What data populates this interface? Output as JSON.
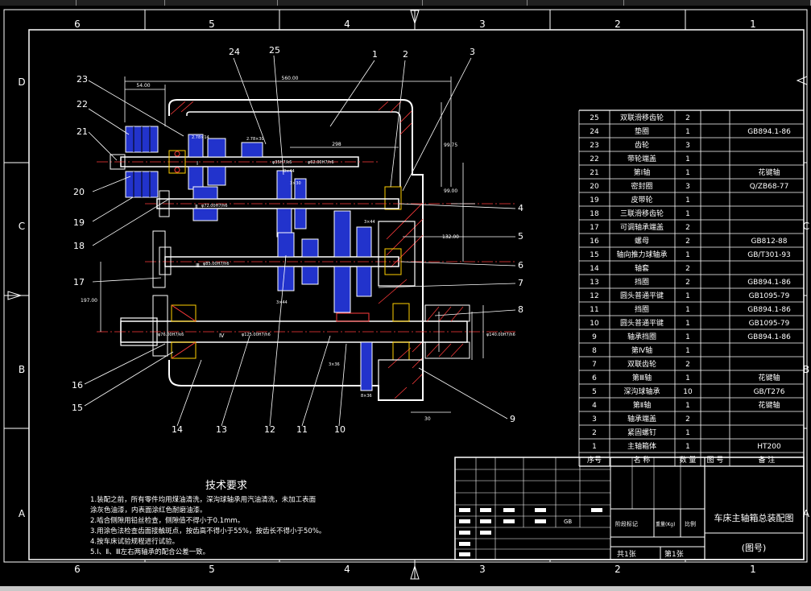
{
  "frame": {
    "columns": [
      "6",
      "5",
      "4",
      "3",
      "2",
      "1"
    ],
    "rows": [
      "D",
      "C",
      "B",
      "A"
    ]
  },
  "parts_table": {
    "header": {
      "no": "序号",
      "name": "名 称",
      "qty": "数 量",
      "drawing": "图 号",
      "remark": "备 注"
    },
    "rows": [
      {
        "no": "25",
        "name": "双联滑移齿轮",
        "qty": "2",
        "remark": ""
      },
      {
        "no": "24",
        "name": "垫圈",
        "qty": "1",
        "remark": "GB894.1-86"
      },
      {
        "no": "23",
        "name": "齿轮",
        "qty": "3",
        "remark": ""
      },
      {
        "no": "22",
        "name": "带轮端盖",
        "qty": "1",
        "remark": ""
      },
      {
        "no": "21",
        "name": "第Ⅰ轴",
        "qty": "1",
        "remark": "花键轴"
      },
      {
        "no": "20",
        "name": "密封圈",
        "qty": "3",
        "remark": "Q/ZB68-77"
      },
      {
        "no": "19",
        "name": "皮带轮",
        "qty": "1",
        "remark": ""
      },
      {
        "no": "18",
        "name": "三联滑移齿轮",
        "qty": "1",
        "remark": ""
      },
      {
        "no": "17",
        "name": "可调轴承端盖",
        "qty": "2",
        "remark": ""
      },
      {
        "no": "16",
        "name": "螺母",
        "qty": "2",
        "remark": "GB812-88"
      },
      {
        "no": "15",
        "name": "轴向推力球轴承",
        "qty": "1",
        "remark": "GB/T301-93"
      },
      {
        "no": "14",
        "name": "轴套",
        "qty": "2",
        "remark": ""
      },
      {
        "no": "13",
        "name": "挡圈",
        "qty": "2",
        "remark": "GB894.1-86"
      },
      {
        "no": "12",
        "name": "圆头普通平键",
        "qty": "1",
        "remark": "GB1095-79"
      },
      {
        "no": "11",
        "name": "挡圈",
        "qty": "1",
        "remark": "GB894.1-86"
      },
      {
        "no": "10",
        "name": "圆头普通平键",
        "qty": "1",
        "remark": "GB1095-79"
      },
      {
        "no": "9",
        "name": "轴承挡圈",
        "qty": "1",
        "remark": "GB894.1-86"
      },
      {
        "no": "8",
        "name": "第Ⅳ轴",
        "qty": "1",
        "remark": ""
      },
      {
        "no": "7",
        "name": "双联齿轮",
        "qty": "2",
        "remark": ""
      },
      {
        "no": "6",
        "name": "第Ⅲ轴",
        "qty": "1",
        "remark": "花键轴"
      },
      {
        "no": "5",
        "name": "深沟球轴承",
        "qty": "10",
        "remark": "GB/T276"
      },
      {
        "no": "4",
        "name": "第Ⅱ轴",
        "qty": "1",
        "remark": "花键轴"
      },
      {
        "no": "3",
        "name": "轴承端盖",
        "qty": "2",
        "remark": ""
      },
      {
        "no": "2",
        "name": "紧固螺钉",
        "qty": "1",
        "remark": ""
      },
      {
        "no": "1",
        "name": "主轴箱体",
        "qty": "1",
        "remark": "HT200"
      }
    ]
  },
  "tech_req": {
    "title": "技术要求",
    "lines": [
      "1.装配之前，所有零件均用煤油清洗，深沟球轴承用汽油清洗，未加工表面",
      "涂灰色油漆，内表面涂红色耐磨油漆。",
      "2.啮合侧隙用铅丝检查，侧隙值不得小于0.1mm。",
      "3.用涂色法检查齿面接触斑点，按齿高不得小于55%，按齿长不得小于50%。",
      "4.按车床试验规程进行试验。",
      "5.Ⅰ、Ⅱ、Ⅲ左右两轴承的配合公差一致。"
    ]
  },
  "title_block": {
    "drawing_name": "车床主轴箱总装配图",
    "drawing_no": "(图号)",
    "sheets": "共1张",
    "sheet_no": "第1张",
    "stage_label": "阶段标记",
    "weight_label": "重量(Kg)",
    "scale_label": "比例",
    "std_label": "GB"
  },
  "balloons": [
    "1",
    "2",
    "3",
    "4",
    "5",
    "6",
    "7",
    "8",
    "9",
    "10",
    "11",
    "12",
    "13",
    "14",
    "15",
    "16",
    "17",
    "18",
    "19",
    "20",
    "21",
    "22",
    "23",
    "24",
    "25"
  ],
  "dimensions": {
    "d_560": "560.00",
    "d_54": "54.00",
    "d_298": "298",
    "d_99_75": "99.75",
    "d_99": "99.00",
    "d_132": "132.00",
    "d_197": "197.00",
    "d_30": "30",
    "shaft_I": "Ⅰ",
    "shaft_II": "Ⅱ",
    "shaft_III": "Ⅲ",
    "shaft_IV": "Ⅳ",
    "fit_I_a": "φ35H7/k6",
    "fit_I_b": "φ62.00H7/h6",
    "fit_II": "φ72.00H7/h6",
    "fit_III": "φ85.00H7/h6",
    "fit_IV_a": "φ76.00H7/k6",
    "fit_IV_b": "φ125.00H7/h6",
    "fit_IV_c": "φ140.00H7/h6",
    "key_1": "2.78×14",
    "key_2": "2.78×30",
    "key_3": "8×44",
    "key_4": "3×30",
    "key_5": "3×44",
    "key_6": "3×36",
    "key_7": "3×44",
    "key_8": "8×36"
  }
}
